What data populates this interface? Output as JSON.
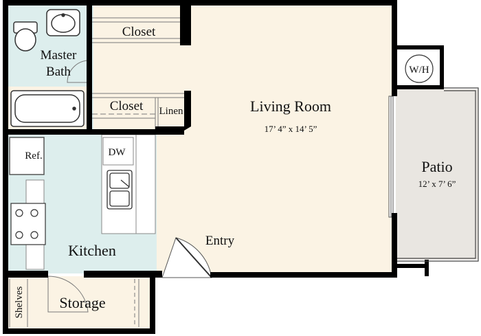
{
  "colors": {
    "wall": "#000000",
    "living": "#fbf3e4",
    "bath": "#ddeeed",
    "kitchen": "#ddeeed",
    "patio": "#e9e6e1",
    "storage": "#fbf3e4",
    "fixture": "#ffffff",
    "line": "#7a7a7a"
  },
  "rooms": {
    "living_room": {
      "name": "Living Room",
      "dims": "17’ 4” x 14’ 5”"
    },
    "patio": {
      "name": "Patio",
      "dims": "12’ x 7’ 6”"
    },
    "kitchen": {
      "name": "Kitchen"
    },
    "storage": {
      "name": "Storage"
    },
    "master_bath": {
      "name_line1": "Master",
      "name_line2": "Bath"
    },
    "entry": {
      "name": "Entry"
    }
  },
  "labels": {
    "closet_top": "Closet",
    "closet_bottom": "Closet",
    "linen": "Linen",
    "water_heater": "W/H",
    "refrigerator": "Ref.",
    "dishwasher": "DW",
    "shelves": "Shelves"
  },
  "icons": [
    "toilet-icon",
    "sink-icon",
    "bathtub-icon",
    "stove-icon",
    "kitchen-sink-icon",
    "door-swing-icon",
    "water-heater-icon"
  ]
}
